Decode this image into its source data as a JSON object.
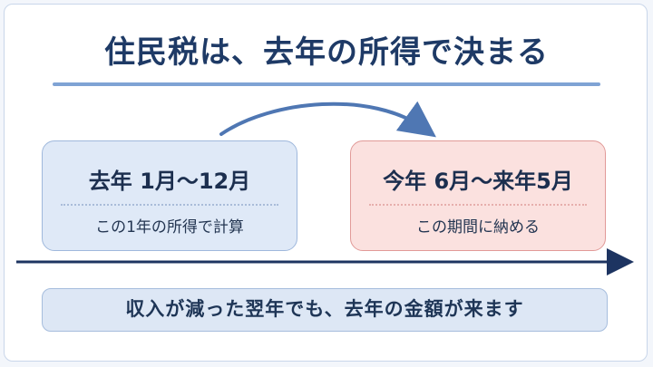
{
  "title": "住民税は、去年の所得で決まる",
  "past_period": {
    "heading": "去年 1月～12月",
    "caption": "この1年の所得で計算"
  },
  "payment_period": {
    "heading": "今年 6月～来年5月",
    "caption": "この期間に納める"
  },
  "summary": "収入が減った翌年でも、去年の金額が来ます",
  "colors": {
    "title": "#1e3a66",
    "accent_blue": "#7fa3d4",
    "past_fill": "#dfe9f7",
    "future_fill": "#fbe1df",
    "timeline": "#1d3461"
  }
}
